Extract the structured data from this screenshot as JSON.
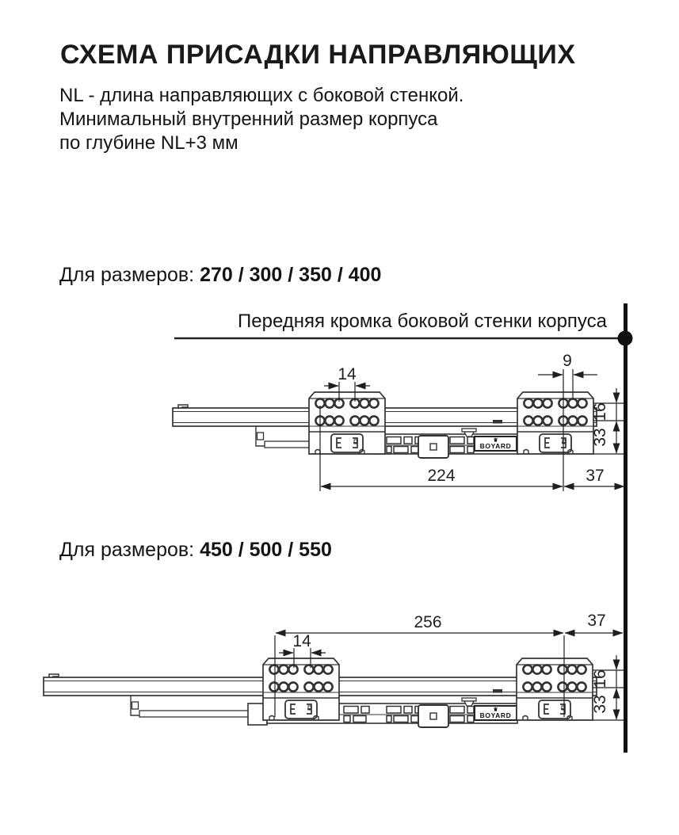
{
  "header": {
    "title": "СХЕМА ПРИСАДКИ НАПРАВЛЯЮЩИХ",
    "note_line1": "NL - длина направляющих с боковой стенкой.",
    "note_line2": "Минимальный внутренний размер корпуса",
    "note_line3": "по глубине NL+3 мм"
  },
  "section1": {
    "label": "Для размеров:",
    "sizes": "270 / 300 / 350 / 400",
    "front_edge_label": "Передняя кромка боковой стенки корпуса",
    "dims": {
      "hole_gap": "14",
      "hole_step": "9",
      "length": "224",
      "rear_offset": "37",
      "row_spacing": "16",
      "bottom_offset": "33"
    }
  },
  "section2": {
    "label": "Для размеров:",
    "sizes": "450 / 500 / 550",
    "dims": {
      "hole_gap": "14",
      "length": "256",
      "rear_offset": "37",
      "row_spacing": "16",
      "bottom_offset": "33"
    }
  },
  "brand": {
    "logo": "BOYARD",
    "crown": "♛"
  },
  "colors": {
    "ink": "#1a1a1a",
    "line": "#333333",
    "dim": "#1f1f1f",
    "wall": "#111111"
  }
}
